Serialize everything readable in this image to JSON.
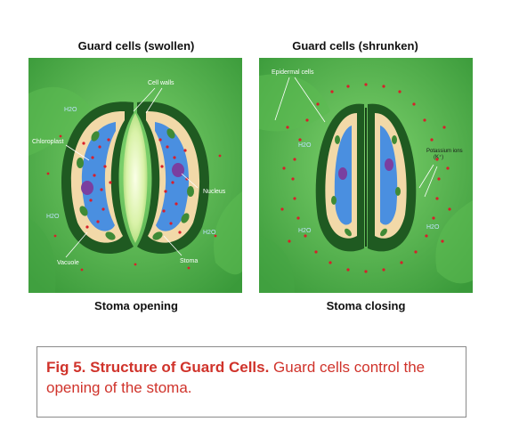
{
  "left_panel": {
    "title": "Guard cells (swollen)",
    "caption": "Stoma opening",
    "labels": {
      "cell_walls": "Cell walls",
      "chloroplast": "Chloroplast",
      "nucleus": "Nucleus",
      "vacuole": "Vacuole",
      "stoma": "Stoma",
      "water": "H2O"
    }
  },
  "right_panel": {
    "title": "Guard cells (shrunken)",
    "caption": "Stoma closing",
    "labels": {
      "epidermal_cells": "Epidermal cells",
      "potassium_ions": "Potassium ions",
      "potassium_symbol": "(K⁺)",
      "water": "H2O"
    }
  },
  "figure_caption": {
    "title": "Fig 5. Structure of Guard Cells.",
    "text": " Guard cells control the opening of the stoma."
  },
  "colors": {
    "background_green": "#4fb04a",
    "guard_cell_dark": "#1f5a21",
    "cytoplasm": "#f2d9a8",
    "vacuole": "#4a8fe0",
    "chloroplast": "#3f8a36",
    "nucleus": "#7a3fa0",
    "ion_dots": "#d81f2a",
    "caption_red": "#d0332b"
  }
}
